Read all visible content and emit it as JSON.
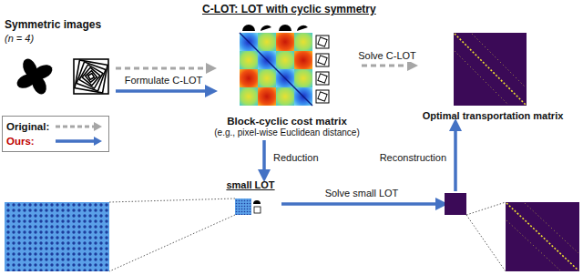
{
  "diagram": {
    "title": "C-LOT: LOT with cyclic symmetry",
    "nodes": [
      {
        "text": [
          "Symmetric images",
          "(n = 4)"
        ]
      },
      {
        "text": [
          "Block-cyclic cost matrix",
          "(e.g., pixel-wise Euclidean distance)"
        ]
      },
      {
        "text": [
          "Optimal transportation matrix"
        ]
      },
      {
        "text": [
          "small LOT"
        ]
      },
      {
        "text": []
      }
    ],
    "edges": [
      {
        "from": 0,
        "to": 1,
        "arrow": "to"
      },
      {
        "from": 0,
        "to": 1,
        "label": "Formulate C-LOT",
        "arrow": "to"
      },
      {
        "from": 1,
        "to": 2,
        "label": "Solve C-LOT",
        "arrow": "to"
      },
      {
        "from": 1,
        "to": 3,
        "label": "Reduction",
        "arrow": "to"
      },
      {
        "from": 3,
        "to": 4,
        "label": "Solve small LOT",
        "arrow": "to"
      },
      {
        "from": 4,
        "to": 2,
        "label": "Reconstruction",
        "arrow": "to"
      }
    ],
    "legend": [
      {
        "text": "Original:"
      },
      {
        "text": "Ours:"
      }
    ]
  }
}
